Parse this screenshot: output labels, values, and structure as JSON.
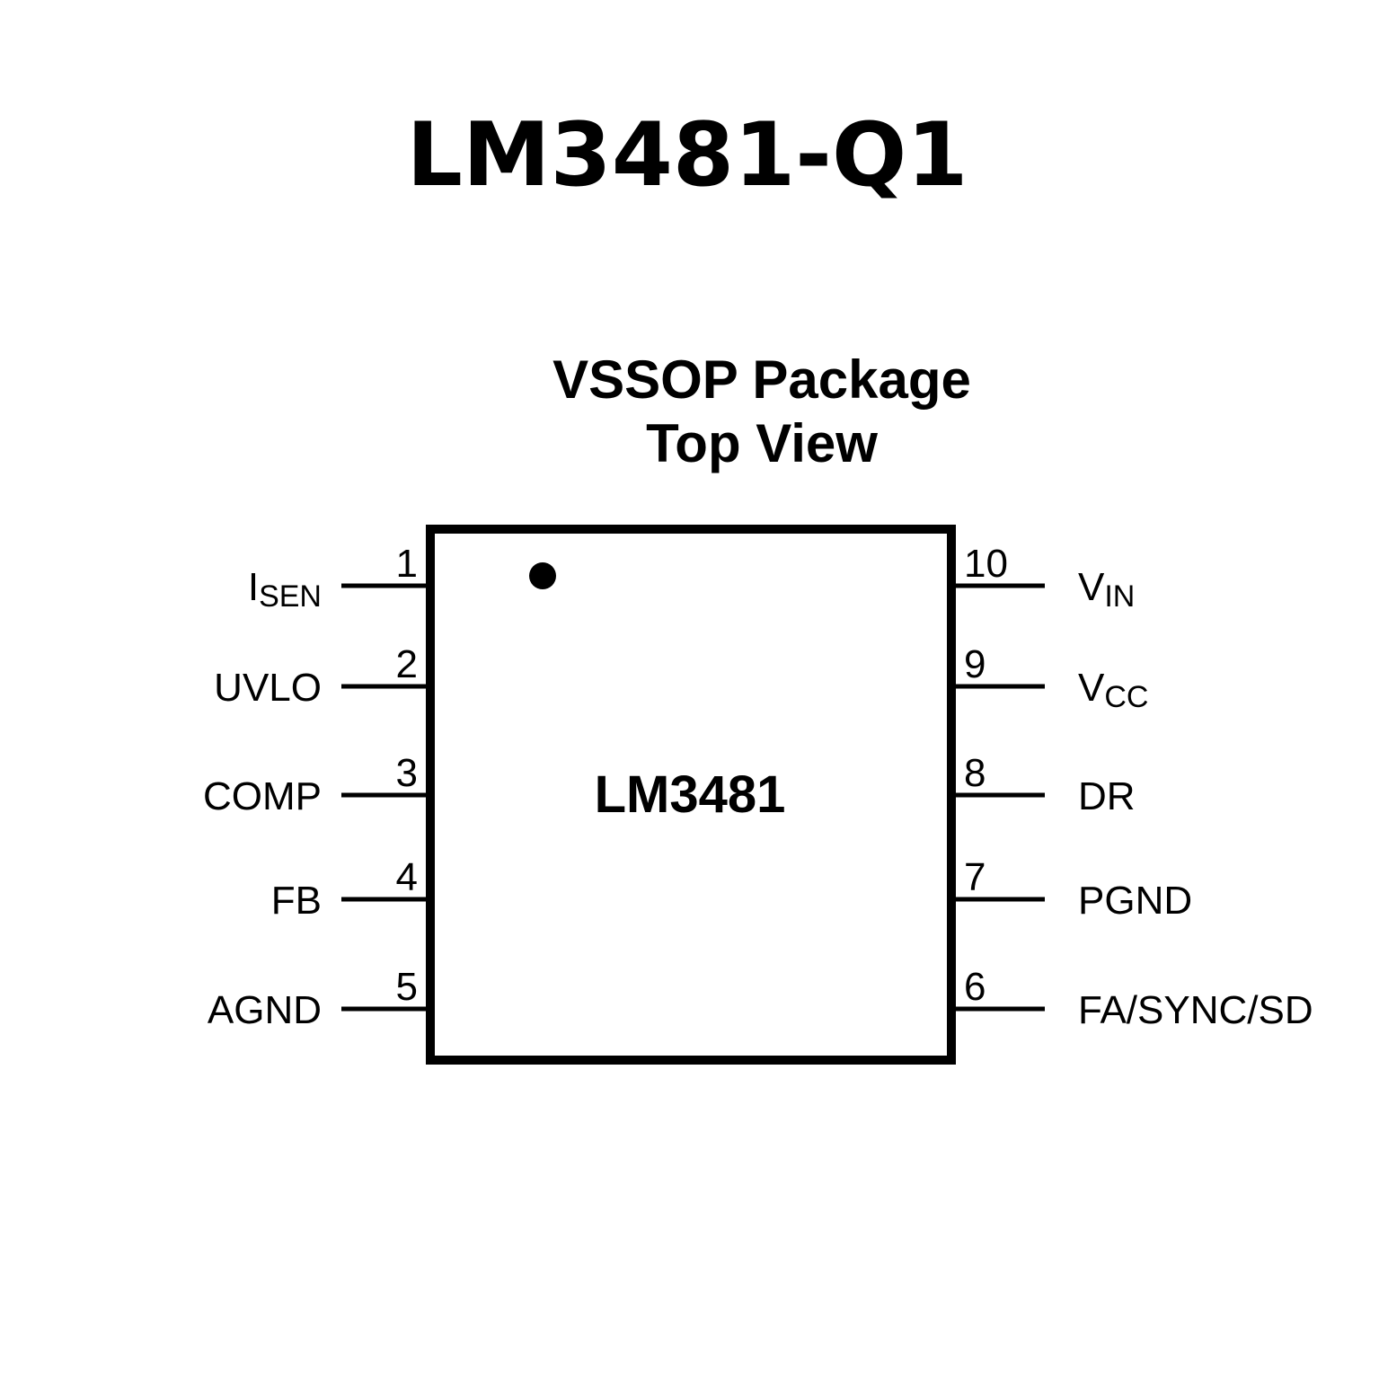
{
  "title": "LM3481-Q1",
  "package": {
    "line1": "VSSOP Package",
    "line2": "Top View"
  },
  "chip_label": "LM3481",
  "left_pins": [
    {
      "num": "1",
      "name": "I",
      "sub": "SEN"
    },
    {
      "num": "2",
      "name": "UVLO",
      "sub": ""
    },
    {
      "num": "3",
      "name": "COMP",
      "sub": ""
    },
    {
      "num": "4",
      "name": "FB",
      "sub": ""
    },
    {
      "num": "5",
      "name": "AGND",
      "sub": ""
    }
  ],
  "right_pins": [
    {
      "num": "10",
      "name": "V",
      "sub": "IN"
    },
    {
      "num": "9",
      "name": "V",
      "sub": "CC"
    },
    {
      "num": "8",
      "name": "DR",
      "sub": ""
    },
    {
      "num": "7",
      "name": "PGND",
      "sub": ""
    },
    {
      "num": "6",
      "name": "FA/SYNC/SD",
      "sub": ""
    }
  ]
}
